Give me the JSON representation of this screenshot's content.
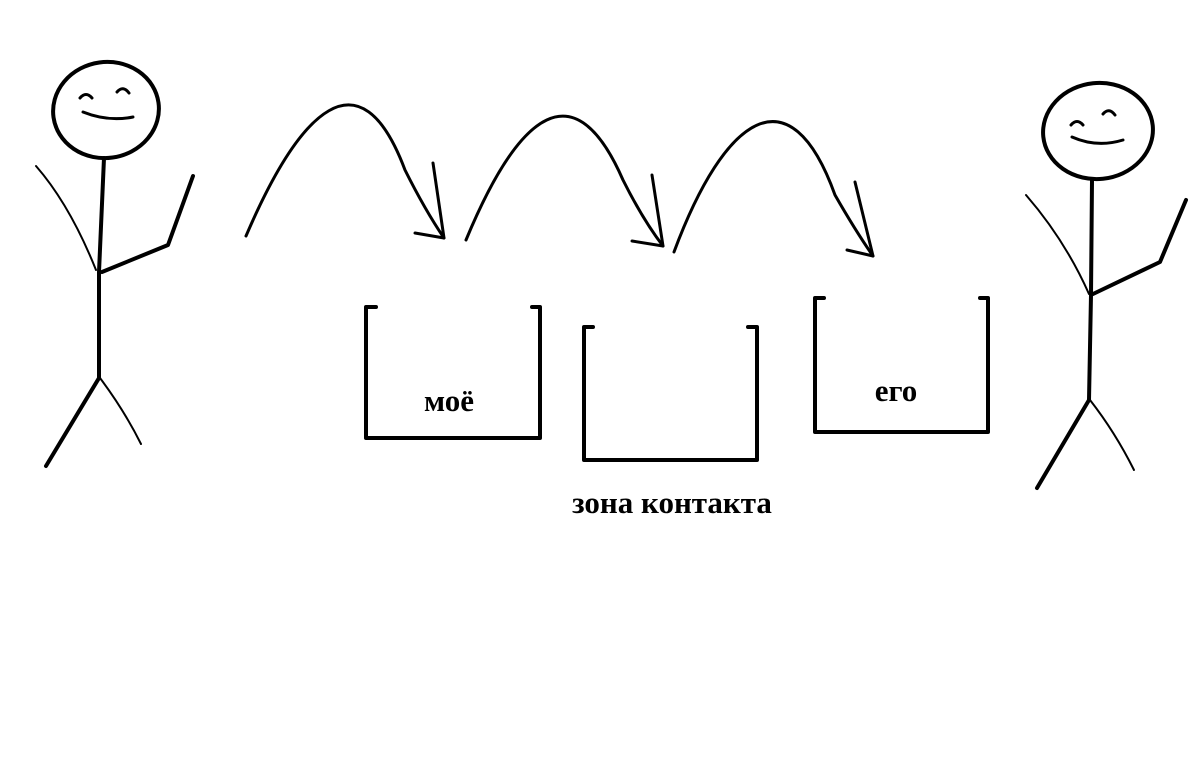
{
  "diagram": {
    "boxes": {
      "mine": {
        "label": "моё"
      },
      "contact": {
        "label": ""
      },
      "his": {
        "label": "его"
      }
    },
    "caption": "зона контакта"
  }
}
